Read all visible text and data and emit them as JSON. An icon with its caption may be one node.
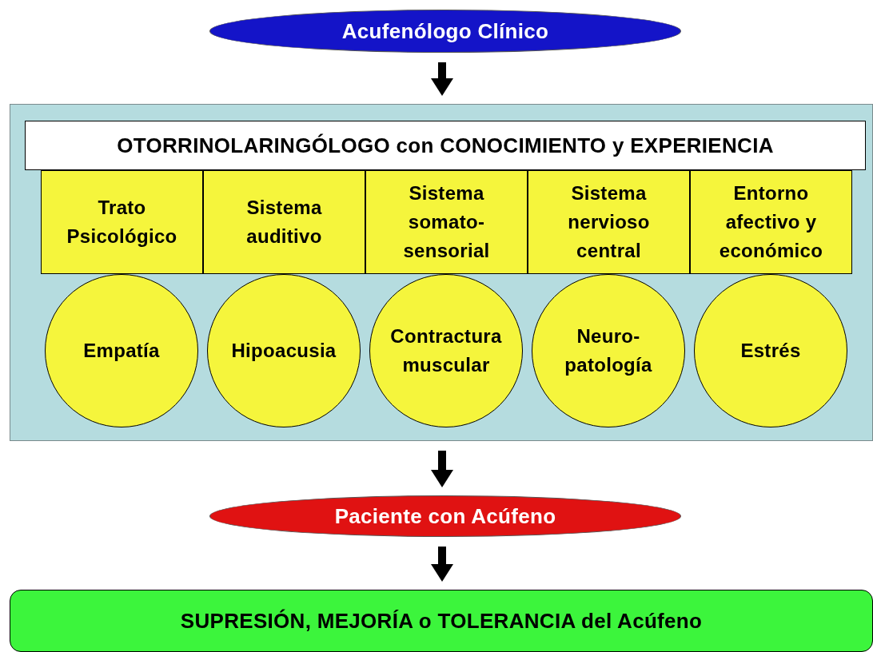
{
  "diagram": {
    "nodes": [
      {
        "text": [
          "Acufenólogo Clínico"
        ]
      },
      {
        "text": [],
        "shape": "box"
      },
      {
        "text": [
          "OTORRINOLARINGÓLOGO con CONOCIMIENTO y EXPERIENCIA"
        ],
        "in": 1
      },
      {
        "text": [
          "Trato Psicológico"
        ],
        "in": 1
      },
      {
        "text": [
          "Sistema auditivo"
        ],
        "in": 1
      },
      {
        "text": [
          "Sistema somato-sensorial"
        ],
        "in": 1
      },
      {
        "text": [
          "Sistema nervioso central"
        ],
        "in": 1
      },
      {
        "text": [
          "Entorno afectivo y económico"
        ],
        "in": 1
      },
      {
        "text": [
          "Empatía"
        ],
        "in": 1
      },
      {
        "text": [
          "Hipoacusia"
        ],
        "in": 1
      },
      {
        "text": [
          "Contractura muscular"
        ],
        "in": 1
      },
      {
        "text": [
          "Neuro-patología"
        ],
        "in": 1
      },
      {
        "text": [
          "Estrés"
        ],
        "in": 1
      },
      {
        "text": [
          "Paciente con Acúfeno"
        ]
      },
      {
        "text": [
          "SUPRESIÓN, MEJORÍA o TOLERANCIA del Acúfeno"
        ]
      }
    ],
    "edges": [
      {
        "from": 0,
        "to": 1,
        "arrow": "to"
      },
      {
        "from": 1,
        "to": 13,
        "arrow": "to"
      },
      {
        "from": 13,
        "to": 14,
        "arrow": "to"
      }
    ]
  }
}
